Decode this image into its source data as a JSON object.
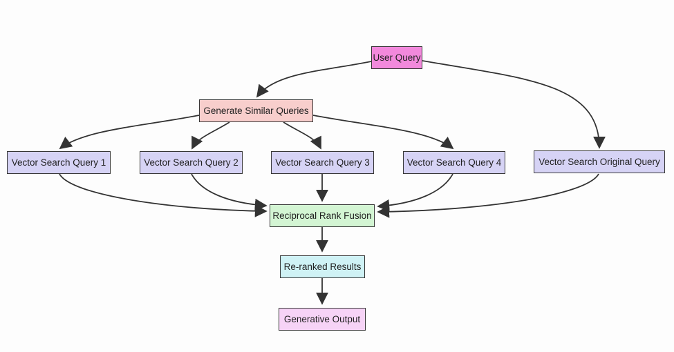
{
  "diagram": {
    "type": "flowchart",
    "background": "#fdfdfd",
    "arrow_color": "#333333",
    "border_color": "#363636",
    "text_color": "#1f1f1f",
    "nodes": {
      "user_query": {
        "label": "User Query",
        "fill": "#f289dc"
      },
      "generate_similar_queries": {
        "label": "Generate Similar Queries",
        "fill": "#f8cecc"
      },
      "vector_search_query_1": {
        "label": "Vector Search Query 1",
        "fill": "#d6d3f5"
      },
      "vector_search_query_2": {
        "label": "Vector Search Query 2",
        "fill": "#d6d3f5"
      },
      "vector_search_query_3": {
        "label": "Vector Search Query 3",
        "fill": "#d6d3f5"
      },
      "vector_search_query_4": {
        "label": "Vector Search Query 4",
        "fill": "#d6d3f5"
      },
      "vector_search_original_query": {
        "label": "Vector Search Original Query",
        "fill": "#d6d3f5"
      },
      "reciprocal_rank_fusion": {
        "label": "Reciprocal Rank Fusion",
        "fill": "#d3f5d3"
      },
      "re_ranked_results": {
        "label": "Re-ranked Results",
        "fill": "#cff2f5"
      },
      "generative_output": {
        "label": "Generative Output",
        "fill": "#f6d3f6"
      }
    },
    "edges": [
      {
        "from": "User Query",
        "to": "Generate Similar Queries"
      },
      {
        "from": "User Query",
        "to": "Vector Search Original Query"
      },
      {
        "from": "Generate Similar Queries",
        "to": "Vector Search Query 1"
      },
      {
        "from": "Generate Similar Queries",
        "to": "Vector Search Query 2"
      },
      {
        "from": "Generate Similar Queries",
        "to": "Vector Search Query 3"
      },
      {
        "from": "Generate Similar Queries",
        "to": "Vector Search Query 4"
      },
      {
        "from": "Vector Search Query 1",
        "to": "Reciprocal Rank Fusion"
      },
      {
        "from": "Vector Search Query 2",
        "to": "Reciprocal Rank Fusion"
      },
      {
        "from": "Vector Search Query 3",
        "to": "Reciprocal Rank Fusion"
      },
      {
        "from": "Vector Search Query 4",
        "to": "Reciprocal Rank Fusion"
      },
      {
        "from": "Vector Search Original Query",
        "to": "Reciprocal Rank Fusion"
      },
      {
        "from": "Reciprocal Rank Fusion",
        "to": "Re-ranked Results"
      },
      {
        "from": "Re-ranked Results",
        "to": "Generative Output"
      }
    ]
  }
}
